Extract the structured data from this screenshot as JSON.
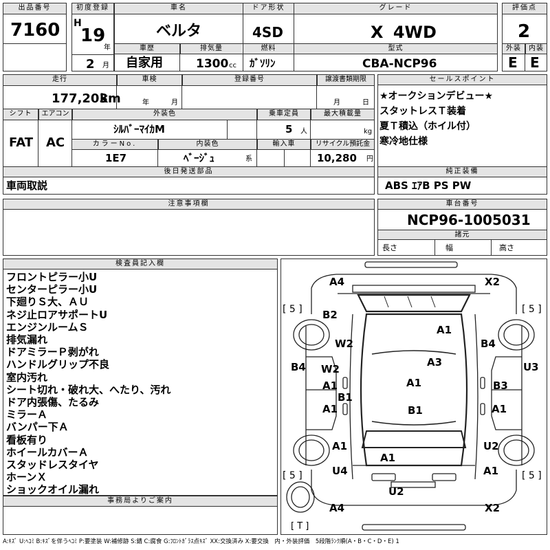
{
  "header": {
    "lot_label": "出品番号",
    "lot_no": "7160",
    "reg_label": "初度登録",
    "era": "H",
    "reg_year": "19",
    "year_unit": "年",
    "reg_month": "2",
    "month_unit": "月",
    "name_label": "車名",
    "car_name": "ベルタ",
    "door_label": "ドア形状",
    "door": "4SD",
    "grade_label": "グレード",
    "grade": "X 4WD",
    "score_label": "評価点",
    "score": "2",
    "history_label": "車歴",
    "history": "自家用",
    "disp_label": "排気量",
    "displacement": "1300",
    "cc": "cc",
    "fuel_label": "燃料",
    "fuel": "ｶﾞｿﾘﾝ",
    "model_label": "型式",
    "model_code": "CBA-NCP96",
    "ext_label": "外装",
    "ext_grade": "E",
    "int_label": "内装",
    "int_grade": "E"
  },
  "row2": {
    "mileage_label": "走行",
    "mileage": "177,203",
    "km": "km",
    "inspection_label": "車検",
    "insp_year": "年",
    "insp_month": "月",
    "regno_label": "登録番号",
    "transfer_label": "譲渡書類期限",
    "tr_month": "月",
    "tr_day": "日"
  },
  "selling_points": {
    "label": "セールスポイント",
    "lines": [
      "★オークションデビュー★",
      "スタットレスＴ装着",
      "夏Ｔ積込（ホイル付）",
      "寒冷地仕様"
    ]
  },
  "row3": {
    "shift_label": "シフト",
    "shift": "FAT",
    "ac_label": "エアコン",
    "ac": "AC",
    "color_label": "外装色",
    "color": "ｼﾙﾊﾞｰﾏｲｶM",
    "seats_label": "乗車定員",
    "seats": "5",
    "seats_unit": "人",
    "load_label": "最大積載量",
    "load_unit": "kg",
    "colorno_label": "カラーNo.",
    "color_no": "1E7",
    "interior_label": "内装色",
    "interior": "ﾍﾞｰｼﾞｭ",
    "interior_unit": "系",
    "import_label": "輸入車",
    "recycle_label": "リサイクル預託金",
    "recycle": "10,280",
    "yen": "円"
  },
  "later_parts": {
    "label": "後日発送部品",
    "value": "車両取説"
  },
  "equipment": {
    "label": "純正装備",
    "value": "ABS ｴｱB PS PW"
  },
  "caution": {
    "label": "注意事項欄"
  },
  "chassis": {
    "label": "車台番号",
    "value": "NCP96-1005031",
    "dims_label": "諸元",
    "length": "長さ",
    "width": "幅",
    "height": "高さ"
  },
  "inspector": {
    "label": "検査員記入欄",
    "lines": [
      "フロントピラー小U",
      "センターピラー小U",
      "下廻りＳ大、ＡＵ",
      "ネジ止ロアサポートU",
      "エンジンルームＳ",
      "排気漏れ",
      "ドアミラーＰ剥がれ",
      "ハンドルグリップ不良",
      "室内汚れ",
      "シート切れ・破れ大、へたり、汚れ",
      "ドア内張傷、たるみ",
      "ミラーＡ",
      "バンパー下Ａ",
      "看板有り",
      "ホイールカバーＡ",
      "スタッドレスタイヤ",
      "ホーンＸ",
      "ショックオイル漏れ"
    ]
  },
  "office": {
    "label": "事務局よりご案内"
  },
  "diagram": {
    "marks": {
      "a4_top": "A4",
      "x2_top": "X2",
      "b2": "B2",
      "w2_top": "W2",
      "a1_hood": "A1",
      "b4_right": "B4",
      "a3": "A3",
      "b4_left": "B4",
      "w2_left": "W2",
      "a1_roof": "A1",
      "u3": "U3",
      "a1_lf": "A1",
      "b3": "B3",
      "b1_l": "B1",
      "b1_trunk": "B1",
      "a1_lr": "A1",
      "a1_rr": "A1",
      "a1_l_bottom": "A1",
      "u2_right": "U2",
      "a1_bumper": "A1",
      "u4": "U4",
      "a1_right_low": "A1",
      "u2_rear": "U2",
      "a4_bottom": "A4",
      "x2_bottom": "X2"
    },
    "tire_tl": "[ 5 ]",
    "tire_tr": "[ 5 ]",
    "tire_bl": "[ 5 ]",
    "tire_br": "[ 5 ]",
    "spare": "[ T ]"
  },
  "legend": "A:ｷｽﾞ U:ﾍｺﾐ B:ｷｽﾞを伴うﾍｺﾐ P:要塗装 W:補修跡 S:錆 C:腐食 G:ﾌﾛﾝﾄｶﾞﾗｽ点ｷｽﾞ XX:交換済み X:要交換　内・外装評価　5段階ﾗﾝｸ順(A・B・C・D・E) 1"
}
